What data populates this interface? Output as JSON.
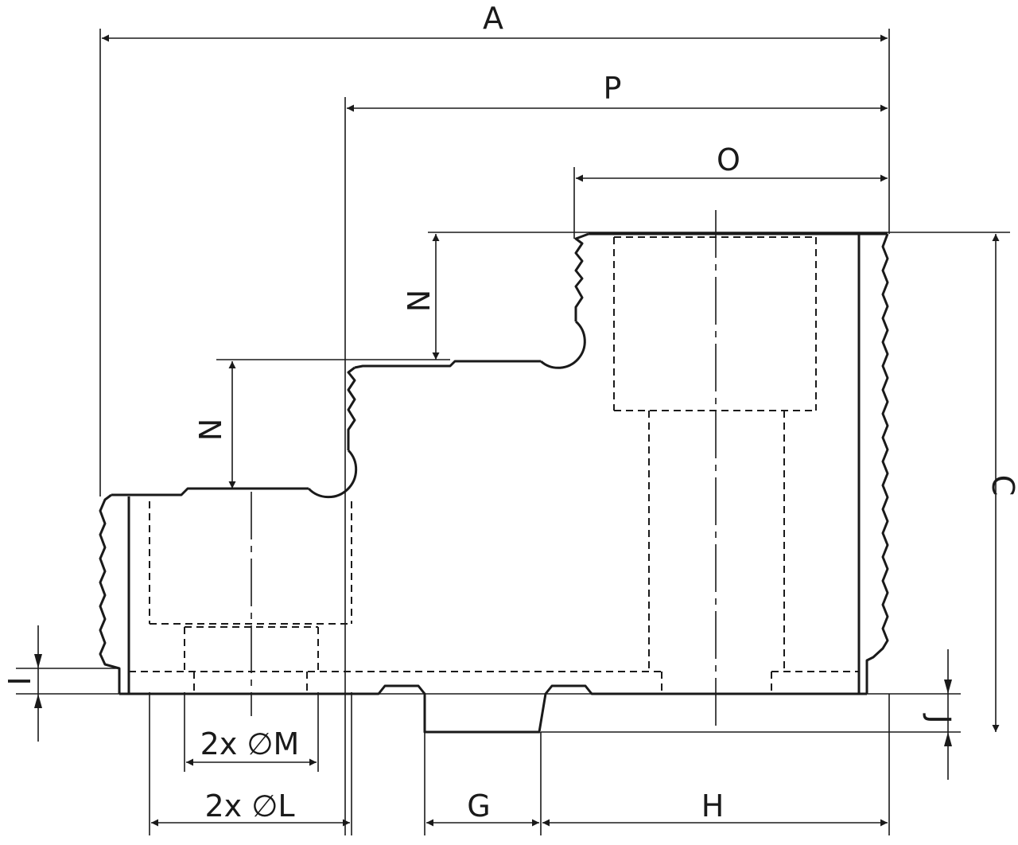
{
  "dimensions": {
    "A": "A",
    "P": "P",
    "O": "O",
    "N_upper": "N",
    "N_lower": "N",
    "C": "C",
    "I": "I",
    "J": "J",
    "G": "G",
    "H": "H",
    "M": "2x ∅M",
    "L": "2x ∅L"
  },
  "colors": {
    "line": "#1a1a1a",
    "background": "#ffffff"
  }
}
